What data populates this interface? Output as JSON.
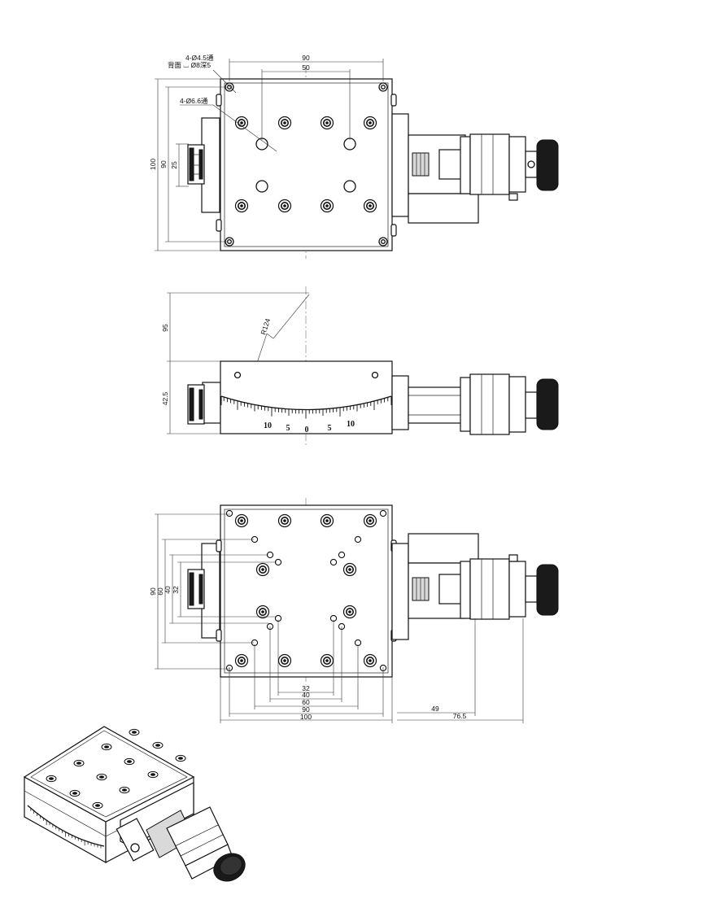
{
  "top_view": {
    "dim_width_90": "90",
    "dim_width_50": "50",
    "dim_height_100": "100",
    "dim_height_90": "90",
    "dim_height_25": "25",
    "note_through_hole_45": "4-Ø4.5通",
    "note_back_counterbore": "背面 ⌴ Ø8深5",
    "note_through_hole_66": "4-Ø6.6通"
  },
  "side_view": {
    "dim_95": "95",
    "dim_42_5": "42.5",
    "radius_label": "R124",
    "scale_labels": [
      "10",
      "5",
      "0",
      "5",
      "10"
    ]
  },
  "bottom_view": {
    "vdims": [
      "90",
      "60",
      "40",
      "32"
    ],
    "hdims": [
      "32",
      "40",
      "60",
      "90",
      "100"
    ],
    "dim_49": "49",
    "dim_76_5": "76.5"
  }
}
